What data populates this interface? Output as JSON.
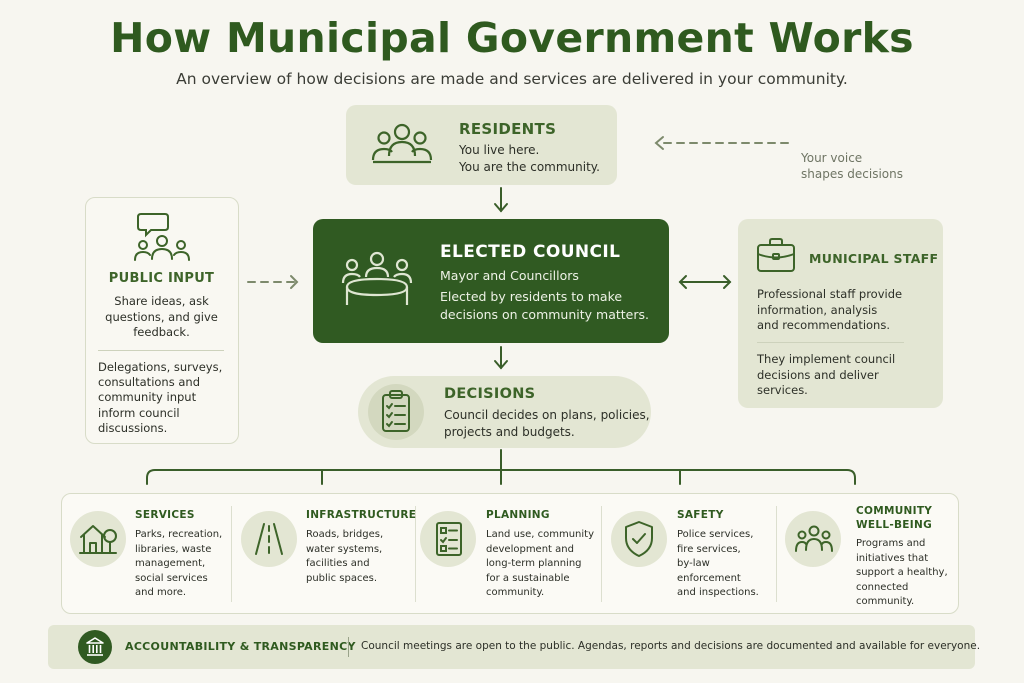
{
  "title": "How Municipal Government Works",
  "subtitle": "An overview of how decisions are made and services are delivered in your community.",
  "residents": {
    "title": "RESIDENTS",
    "line1": "You live here.",
    "line2": "You are the community."
  },
  "voice_note": {
    "line1": "Your voice",
    "line2": "shapes decisions"
  },
  "council": {
    "title": "ELECTED COUNCIL",
    "subtitle": "Mayor and Councillors",
    "line1": "Elected by residents to make",
    "line2": "decisions on community matters."
  },
  "decisions": {
    "title": "DECISIONS",
    "line1": "Council decides on plans, policies,",
    "line2": "projects and budgets."
  },
  "public_input": {
    "title": "PUBLIC INPUT",
    "desc": [
      "Share ideas, ask",
      "questions, and give",
      "feedback."
    ],
    "note": [
      "Delegations, surveys,",
      "consultations and",
      "community input",
      "inform council",
      "discussions."
    ]
  },
  "staff": {
    "title": "MUNICIPAL STAFF",
    "desc": [
      "Professional staff provide",
      "information, analysis",
      "and recommendations."
    ],
    "note": [
      "They implement council",
      "decisions and deliver",
      "services."
    ]
  },
  "services": [
    {
      "title": [
        "SERVICES"
      ],
      "desc": [
        "Parks, recreation,",
        "libraries, waste",
        "management,",
        "social services",
        "and more."
      ]
    },
    {
      "title": [
        "INFRASTRUCTURE"
      ],
      "desc": [
        "Roads, bridges,",
        "water systems,",
        "facilities and",
        "public spaces."
      ]
    },
    {
      "title": [
        "PLANNING"
      ],
      "desc": [
        "Land use, community",
        "development and",
        "long-term planning",
        "for a sustainable",
        "community."
      ]
    },
    {
      "title": [
        "SAFETY"
      ],
      "desc": [
        "Police services,",
        "fire services,",
        "by-law",
        "enforcement",
        "and inspections."
      ]
    },
    {
      "title": [
        "COMMUNITY",
        "WELL-BEING"
      ],
      "desc": [
        "Programs and",
        "initiatives that",
        "support a healthy,",
        "connected",
        "community."
      ]
    }
  ],
  "accountability": {
    "title": "ACCOUNTABILITY & TRANSPARENCY",
    "text": "Council meetings are open to the public. Agendas, reports and decisions are documented and available for everyone."
  },
  "icons": {
    "residents": "people-group-icon",
    "council": "council-table-icon",
    "decisions": "clipboard-checklist-icon",
    "public_input": "speech-bubble-people-icon",
    "staff": "briefcase-icon",
    "services": "house-tree-icon",
    "infrastructure": "road-icon",
    "planning": "plan-checklist-icon",
    "safety": "shield-check-icon",
    "wellbeing": "community-people-icon",
    "accountability": "city-hall-icon"
  },
  "colors": {
    "primary": "#305a22",
    "accent_light": "#e3e6d3",
    "background": "#f7f6f0"
  }
}
